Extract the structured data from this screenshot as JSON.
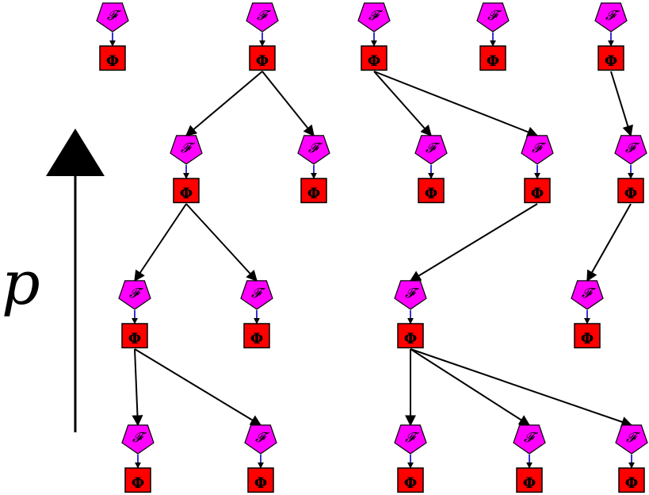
{
  "axis": {
    "label": "p"
  },
  "node_labels": {
    "pentagon": "𝓕",
    "square": "Φ"
  },
  "colors": {
    "pentagon": "#ff00ff",
    "square": "#ff0000",
    "edge": "#000000",
    "link": "#0000cc"
  },
  "nodes": [
    {
      "id": "n0"
    },
    {
      "id": "n1"
    },
    {
      "id": "n2"
    },
    {
      "id": "n3"
    },
    {
      "id": "n4"
    },
    {
      "id": "n5"
    },
    {
      "id": "n6"
    },
    {
      "id": "n7"
    },
    {
      "id": "n8"
    },
    {
      "id": "n9"
    },
    {
      "id": "n10"
    },
    {
      "id": "n11"
    },
    {
      "id": "n12"
    },
    {
      "id": "n13"
    },
    {
      "id": "n14"
    },
    {
      "id": "n15"
    },
    {
      "id": "n16"
    },
    {
      "id": "n17"
    },
    {
      "id": "n18"
    },
    {
      "id": "n19"
    },
    {
      "id": "n20"
    },
    {
      "id": "n21"
    }
  ],
  "edges": [
    {
      "from": "n1",
      "to": "n5"
    },
    {
      "from": "n1",
      "to": "n6"
    },
    {
      "from": "n2",
      "to": "n7"
    },
    {
      "from": "n2",
      "to": "n8"
    },
    {
      "from": "n4",
      "to": "n9"
    },
    {
      "from": "n5",
      "to": "n10"
    },
    {
      "from": "n5",
      "to": "n11"
    },
    {
      "from": "n8",
      "to": "n12"
    },
    {
      "from": "n9",
      "to": "n13"
    },
    {
      "from": "n10",
      "to": "n14"
    },
    {
      "from": "n10",
      "to": "n15"
    },
    {
      "from": "n12",
      "to": "n16"
    },
    {
      "from": "n12",
      "to": "n17"
    },
    {
      "from": "n12",
      "to": "n18"
    }
  ]
}
